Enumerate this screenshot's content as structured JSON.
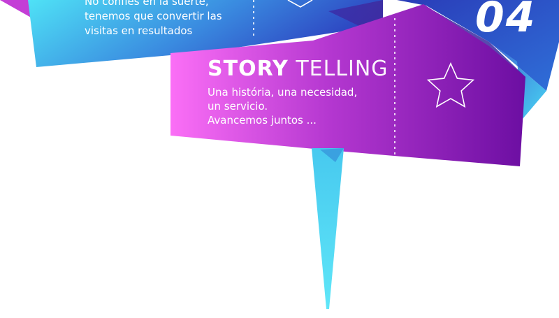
{
  "previous_step": {
    "body_lines": [
      "No confíes en la suerte,",
      "tenemos que convertir las",
      "visitas en resultados"
    ]
  },
  "story_step": {
    "title_bold": "STORY",
    "title_light": "TELLING",
    "body_lines": [
      "Una história, una necesidad,",
      "un servicio.",
      "Avancemos juntos ..."
    ]
  },
  "step_number": "04",
  "colors": {
    "cyan": "#48d8f4",
    "blue": "#2f57c9",
    "magenta": "#f46cf4",
    "purple": "#7a14a8",
    "white": "#ffffff"
  },
  "icons": [
    "star-outline-icon",
    "star-outline-icon"
  ]
}
